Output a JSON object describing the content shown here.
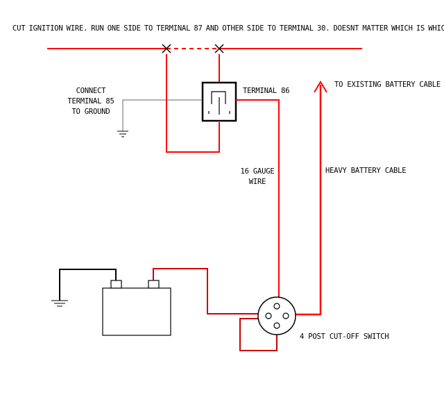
{
  "labels": {
    "instruction": "CUT IGNITION WIRE.    RUN ONE SIDE TO TERMINAL 87 AND OTHER SIDE TO TERMINAL 30.    DOESNT MATTER WHICH IS WHICH",
    "terminal85": [
      "CONNECT",
      "TERMINAL 85",
      "TO GROUND"
    ],
    "terminal86": "TERMINAL 86",
    "gauge": [
      "16 GAUGE",
      "WIRE"
    ],
    "to_battery": "TO EXISTING BATTERY CABLE",
    "heavy_cable": "HEAVY BATTERY CABLE",
    "switch": "4 POST CUT-OFF SWITCH"
  },
  "colors": {
    "wire_red": "#ff0000",
    "wire_dark_red": "#cc0000",
    "line_black": "#000000",
    "line_gray": "#666666",
    "background": "#ffffff"
  }
}
